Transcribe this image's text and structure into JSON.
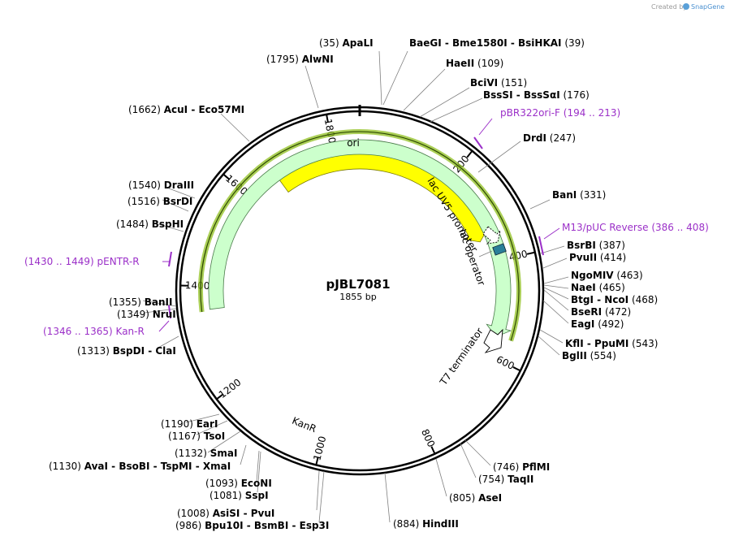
{
  "credit": {
    "text": "Created by",
    "brand": "SnapGene"
  },
  "plasmid": {
    "name": "pJBL7081",
    "size_label": "1855 bp",
    "length": 1855
  },
  "colors": {
    "backbone": "#000000",
    "ori_fill": "#ffff00",
    "kanr_fill": "#ccffcc",
    "kanr_glow": "#8fbf1f",
    "primer": "#9b30c8",
    "lac_operator": "#2a7f99",
    "leader": "#808080"
  },
  "ticks": [
    {
      "label": "200",
      "bp": 200
    },
    {
      "label": "400",
      "bp": 400
    },
    {
      "label": "600",
      "bp": 600
    },
    {
      "label": "800",
      "bp": 800
    },
    {
      "label": "1000",
      "bp": 1000
    },
    {
      "label": "1200",
      "bp": 1200
    },
    {
      "label": "1400",
      "bp": 1400
    },
    {
      "label": "1600",
      "bp": 1600
    },
    {
      "label": "1800",
      "bp": 1800
    }
  ],
  "features": [
    {
      "name": "ori",
      "type": "arrow",
      "start": 1670,
      "end": 350
    },
    {
      "name": "KanR",
      "type": "arrow",
      "start": 1355,
      "end": 560
    },
    {
      "name": "lac UV5 promoter",
      "type": "promoter"
    },
    {
      "name": "lac operator",
      "type": "operator"
    },
    {
      "name": "T7 terminator",
      "type": "terminator"
    }
  ],
  "sites": [
    {
      "pos": "(35)",
      "name": "ApaLI",
      "bp": 35
    },
    {
      "pos": "(39)",
      "name": "BaeGI - Bme1580I - BsiHKAI",
      "bp": 39
    },
    {
      "pos": "(109)",
      "name": "HaeII",
      "bp": 109
    },
    {
      "pos": "(151)",
      "name": "BciVI",
      "bp": 151
    },
    {
      "pos": "(176)",
      "name": "BssSI - BssSαI",
      "bp": 176
    },
    {
      "pos": "(247)",
      "name": "DrdI",
      "bp": 247
    },
    {
      "pos": "(331)",
      "name": "BanI",
      "bp": 331
    },
    {
      "pos": "(387)",
      "name": "BsrBI",
      "bp": 387
    },
    {
      "pos": "(414)",
      "name": "PvuII",
      "bp": 414
    },
    {
      "pos": "(463)",
      "name": "NgoMIV",
      "bp": 463
    },
    {
      "pos": "(465)",
      "name": "NaeI",
      "bp": 465
    },
    {
      "pos": "(468)",
      "name": "BtgI - NcoI",
      "bp": 468
    },
    {
      "pos": "(472)",
      "name": "BseRI",
      "bp": 472
    },
    {
      "pos": "(492)",
      "name": "EagI",
      "bp": 492
    },
    {
      "pos": "(543)",
      "name": "KflI - PpuMI",
      "bp": 543
    },
    {
      "pos": "(554)",
      "name": "BglII",
      "bp": 554
    },
    {
      "pos": "(746)",
      "name": "PflMI",
      "bp": 746
    },
    {
      "pos": "(754)",
      "name": "TaqII",
      "bp": 754
    },
    {
      "pos": "(805)",
      "name": "AseI",
      "bp": 805
    },
    {
      "pos": "(884)",
      "name": "HindIII",
      "bp": 884
    },
    {
      "pos": "(986)",
      "name": "Bpu10I - BsmBI - Esp3I",
      "bp": 986
    },
    {
      "pos": "(1008)",
      "name": "AsiSI - PvuI",
      "bp": 1008
    },
    {
      "pos": "(1081)",
      "name": "SspI",
      "bp": 1081
    },
    {
      "pos": "(1093)",
      "name": "EcoNI",
      "bp": 1093
    },
    {
      "pos": "(1130)",
      "name": "AvaI - BsoBI - TspMI - XmaI",
      "bp": 1130
    },
    {
      "pos": "(1132)",
      "name": "SmaI",
      "bp": 1132
    },
    {
      "pos": "(1167)",
      "name": "TsoI",
      "bp": 1167
    },
    {
      "pos": "(1190)",
      "name": "EarI",
      "bp": 1190
    },
    {
      "pos": "(1313)",
      "name": "BspDI - ClaI",
      "bp": 1313
    },
    {
      "pos": "(1349)",
      "name": "NruI",
      "bp": 1349
    },
    {
      "pos": "(1355)",
      "name": "BanII",
      "bp": 1355
    },
    {
      "pos": "(1484)",
      "name": "BspHI",
      "bp": 1484
    },
    {
      "pos": "(1516)",
      "name": "BsrDI",
      "bp": 1516
    },
    {
      "pos": "(1540)",
      "name": "DraIII",
      "bp": 1540
    },
    {
      "pos": "(1662)",
      "name": "AcuI - Eco57MI",
      "bp": 1662
    },
    {
      "pos": "(1795)",
      "name": "AlwNI",
      "bp": 1795
    }
  ],
  "primers": [
    {
      "name": "pBR322ori-F",
      "range": "(194 .. 213)",
      "bp": 204
    },
    {
      "name": "M13/pUC Reverse",
      "range": "(386 .. 408)",
      "bp": 397
    },
    {
      "name": "pENTR-R",
      "range": "(1430 .. 1449)",
      "bp": 1440
    },
    {
      "name": "Kan-R",
      "range": "(1346 .. 1365)",
      "bp": 1356
    }
  ]
}
